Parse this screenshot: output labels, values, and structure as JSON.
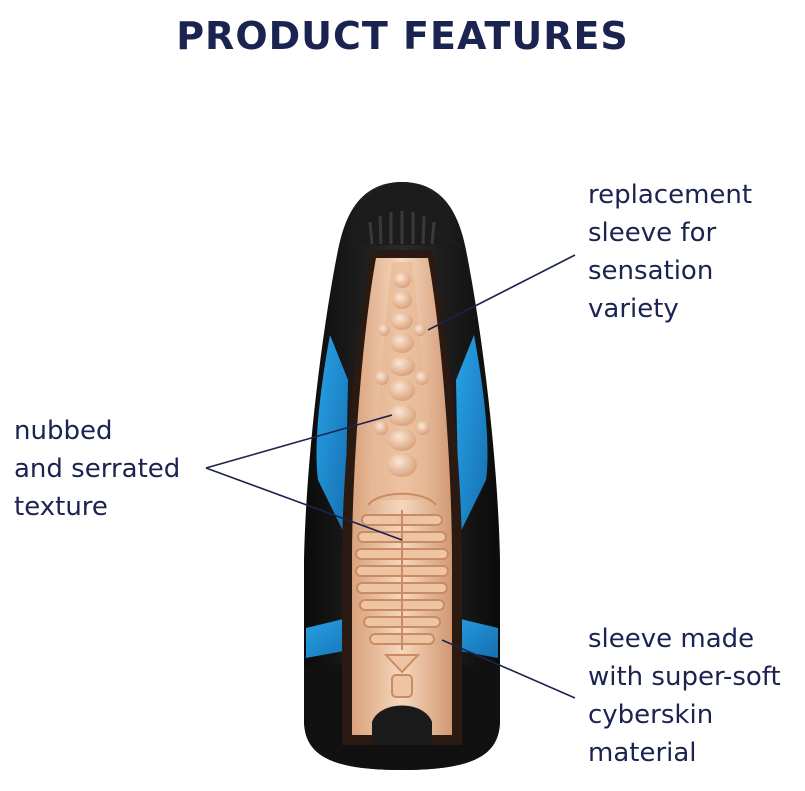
{
  "title": "PRODUCT FEATURES",
  "callouts": {
    "replacement": [
      "replacement",
      "sleeve for",
      "sensation",
      "variety"
    ],
    "texture": [
      "nubbed",
      "and serrated",
      "texture"
    ],
    "material": [
      "sleeve made",
      "with super-soft",
      "cyberskin",
      "material"
    ]
  },
  "colors": {
    "text": "#1b2350",
    "shell": "#141414",
    "accent": "#1f8fd6",
    "sleeve": "#f2c9a8"
  }
}
